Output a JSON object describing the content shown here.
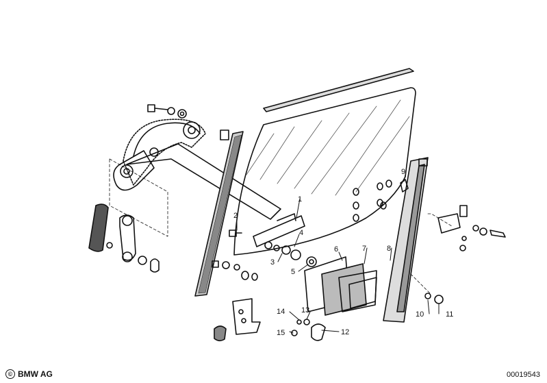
{
  "callouts": [
    "1",
    "2",
    "3",
    "4",
    "5",
    "6",
    "7",
    "8",
    "9",
    "10",
    "11",
    "12",
    "13",
    "14",
    "15"
  ],
  "footer": {
    "copyright_symbol": "©",
    "brand": "BMW AG",
    "diagram_number": "00019543"
  },
  "colors": {
    "ink": "#111111",
    "background": "#ffffff"
  }
}
